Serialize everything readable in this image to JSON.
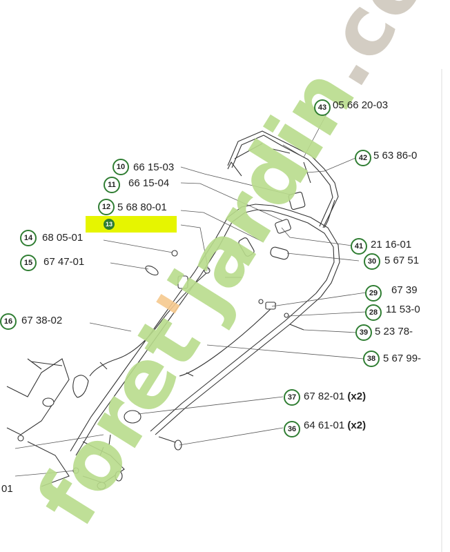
{
  "callouts": [
    {
      "n": "43",
      "label": "05 66 20-03",
      "qty": ""
    },
    {
      "n": "42",
      "label": "5 63 86-0",
      "qty": ""
    },
    {
      "n": "10",
      "label": "66 15-03",
      "qty": ""
    },
    {
      "n": "11",
      "label": "66 15-04",
      "qty": ""
    },
    {
      "n": "12",
      "label": "5 68 80-01",
      "qty": ""
    },
    {
      "n": "13",
      "label": "",
      "qty": ""
    },
    {
      "n": "14",
      "label": "68 05-01",
      "qty": ""
    },
    {
      "n": "15",
      "label": "67 47-01",
      "qty": ""
    },
    {
      "n": "16",
      "label": "67 38-02",
      "qty": ""
    },
    {
      "n": "41",
      "label": "21 16-01",
      "qty": ""
    },
    {
      "n": "30",
      "label": "5 67 51",
      "qty": ""
    },
    {
      "n": "29",
      "label": "67 39",
      "qty": ""
    },
    {
      "n": "28",
      "label": "11 53-0",
      "qty": ""
    },
    {
      "n": "39",
      "label": "5 23 78-",
      "qty": ""
    },
    {
      "n": "38",
      "label": "5 67 99-",
      "qty": ""
    },
    {
      "n": "37",
      "label": "67 82-01",
      "qty": "(x2)"
    },
    {
      "n": "36",
      "label": "64 61-01",
      "qty": "(x2)"
    }
  ],
  "edge_label": "01",
  "colors": {
    "callout_ring": "#2f7d32",
    "highlight": "#e6f500",
    "highlight_badge": "#2f7d32",
    "watermark_green": "#b9dc8c",
    "watermark_orange": "#f6c98e",
    "watermark_gray": "#cfc8bd"
  },
  "watermark": {
    "text_green": "foret",
    "text_orange": "jardin",
    "text_tail": ".com",
    "mark": "'"
  }
}
